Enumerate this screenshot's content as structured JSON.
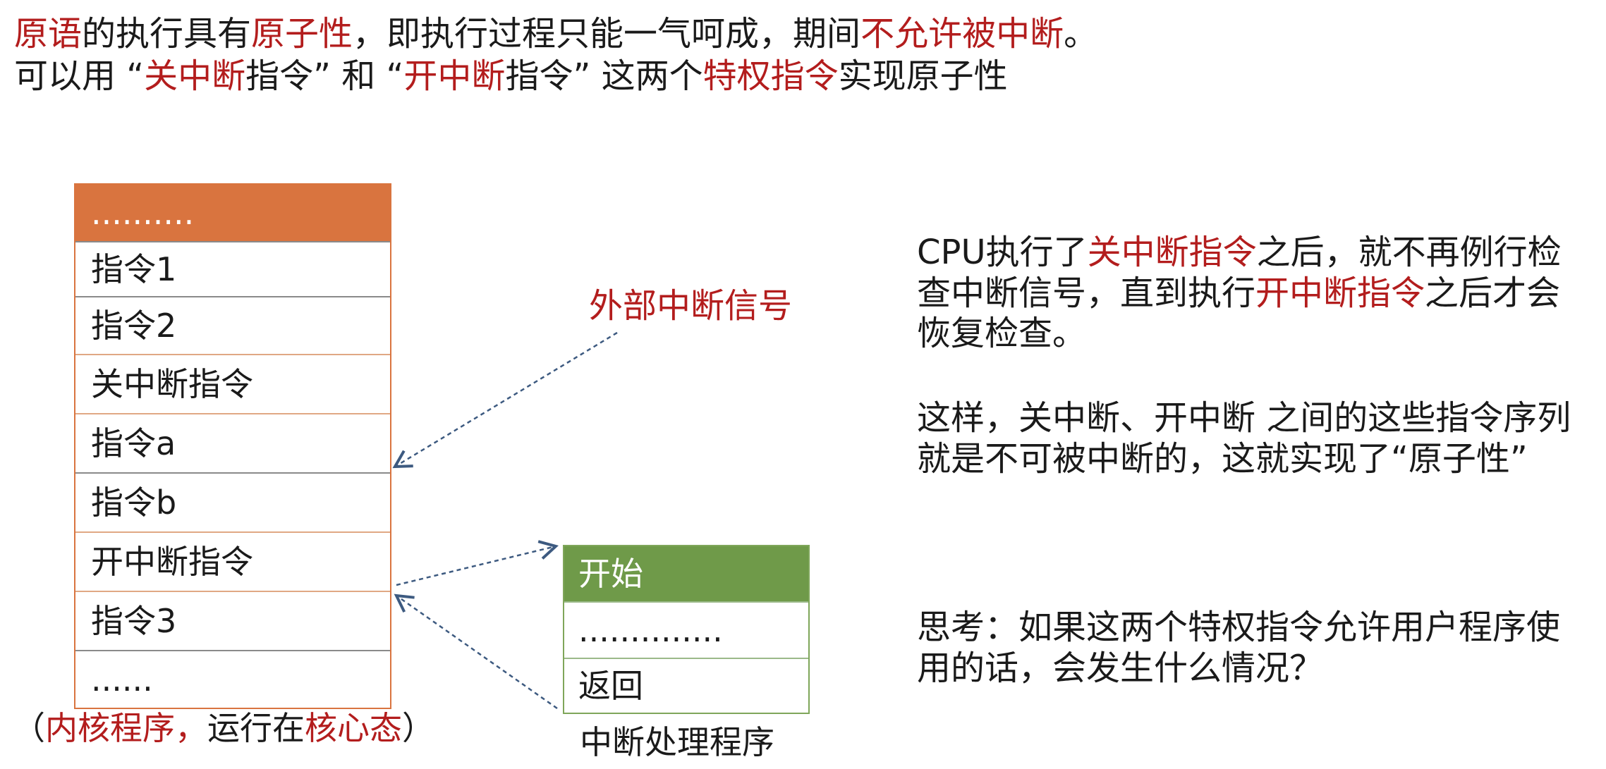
{
  "header": {
    "line1": [
      {
        "text": "原语",
        "red": true
      },
      {
        "text": "的执行具有",
        "red": false
      },
      {
        "text": "原子性",
        "red": true
      },
      {
        "text": "，即执行过程只能一气呵成，期间",
        "red": false
      },
      {
        "text": "不允许被中断",
        "red": true
      },
      {
        "text": "。",
        "red": false
      }
    ],
    "line2": [
      {
        "text": "可以用 “",
        "red": false
      },
      {
        "text": "关中断",
        "red": true
      },
      {
        "text": "指令” 和 “",
        "red": false
      },
      {
        "text": "开中断",
        "red": true
      },
      {
        "text": "指令” 这两个",
        "red": false
      },
      {
        "text": "特权指令",
        "red": true
      },
      {
        "text": "实现原子性",
        "red": false
      }
    ]
  },
  "kernel_program": {
    "cells": [
      "..........",
      "指令1",
      "指令2",
      "关中断指令",
      "指令a",
      "指令b",
      "开中断指令",
      "指令3",
      "......"
    ],
    "caption": [
      {
        "text": "（",
        "red": false
      },
      {
        "text": "内核程序，",
        "red": true
      },
      {
        "text": "运行在",
        "red": false
      },
      {
        "text": "核心态",
        "red": true
      },
      {
        "text": "）",
        "red": false
      }
    ]
  },
  "external_signal": "外部中断信号",
  "interrupt_handler": {
    "cells": [
      "开始",
      "..............",
      "返回"
    ],
    "caption": "中断处理程序"
  },
  "explanation": {
    "p1": [
      {
        "text": "CPU执行了",
        "red": false
      },
      {
        "text": "关中断指令",
        "red": true
      },
      {
        "text": "之后，就不再例行检查中断信号，直到执行",
        "red": false
      },
      {
        "text": "开中断指令",
        "red": true
      },
      {
        "text": "之后才会恢复检查。",
        "red": false
      }
    ],
    "p2": [
      {
        "text": "这样，关中断、开中断 之间的这些指令序列就是不可被中断的，这就实现了“原子性”",
        "red": false
      }
    ],
    "p3": [
      {
        "text": "思考：如果这两个特权指令允许用户程序使用的话，会发生什么情况？",
        "red": false
      }
    ]
  },
  "colors": {
    "red_text": "#b31d1d",
    "stack_header": "#d9743f",
    "handler_header": "#6f9a49",
    "arrow": "#3d5a80"
  }
}
